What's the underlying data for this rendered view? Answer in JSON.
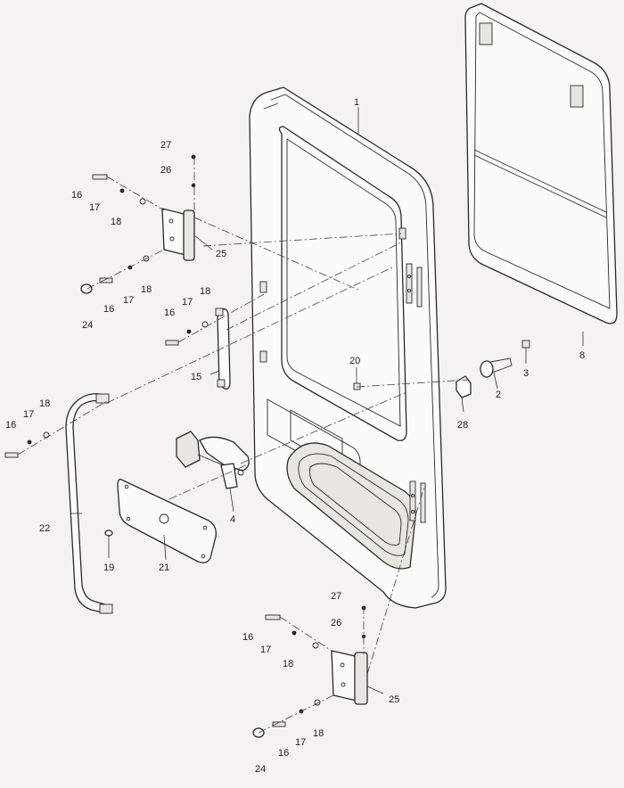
{
  "diagram": {
    "callouts": [
      {
        "id": "c1",
        "text": "1"
      },
      {
        "id": "c2",
        "text": "2"
      },
      {
        "id": "c3",
        "text": "3"
      },
      {
        "id": "c4",
        "text": "4"
      },
      {
        "id": "c8",
        "text": "8"
      },
      {
        "id": "c15",
        "text": "15"
      },
      {
        "id": "c16a",
        "text": "16"
      },
      {
        "id": "c16b",
        "text": "16"
      },
      {
        "id": "c16c",
        "text": "16"
      },
      {
        "id": "c16d",
        "text": "16"
      },
      {
        "id": "c16e",
        "text": "16"
      },
      {
        "id": "c16f",
        "text": "16"
      },
      {
        "id": "c17a",
        "text": "17"
      },
      {
        "id": "c17b",
        "text": "17"
      },
      {
        "id": "c17c",
        "text": "17"
      },
      {
        "id": "c17d",
        "text": "17"
      },
      {
        "id": "c17e",
        "text": "17"
      },
      {
        "id": "c17f",
        "text": "17"
      },
      {
        "id": "c18a",
        "text": "18"
      },
      {
        "id": "c18b",
        "text": "18"
      },
      {
        "id": "c18c",
        "text": "18"
      },
      {
        "id": "c18d",
        "text": "18"
      },
      {
        "id": "c18e",
        "text": "18"
      },
      {
        "id": "c18f",
        "text": "18"
      },
      {
        "id": "c19",
        "text": "19"
      },
      {
        "id": "c20",
        "text": "20"
      },
      {
        "id": "c21",
        "text": "21"
      },
      {
        "id": "c22",
        "text": "22"
      },
      {
        "id": "c24a",
        "text": "24"
      },
      {
        "id": "c24b",
        "text": "24"
      },
      {
        "id": "c25a",
        "text": "25"
      },
      {
        "id": "c25b",
        "text": "25"
      },
      {
        "id": "c26a",
        "text": "26"
      },
      {
        "id": "c26b",
        "text": "26"
      },
      {
        "id": "c27a",
        "text": "27"
      },
      {
        "id": "c27b",
        "text": "27"
      },
      {
        "id": "c28",
        "text": "28"
      }
    ]
  }
}
